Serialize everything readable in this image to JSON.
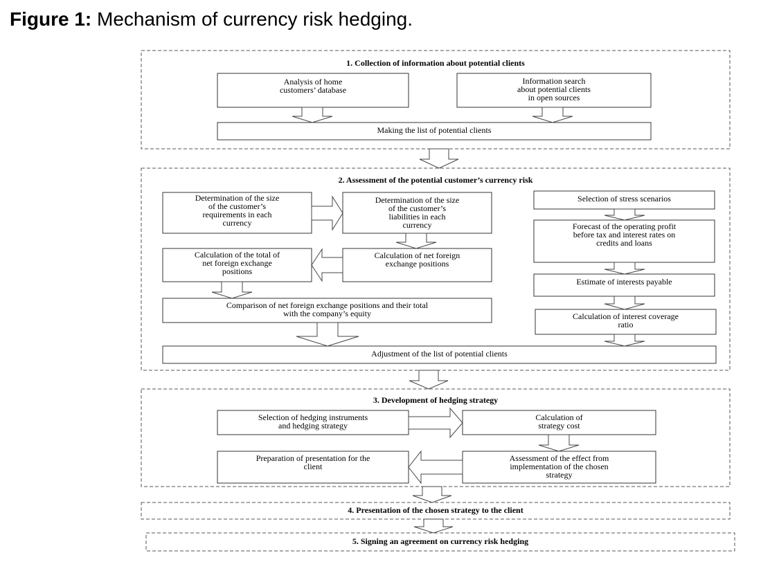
{
  "caption": {
    "label": "Figure 1:",
    "text": "Mechanism of currency risk hedging."
  },
  "sections": {
    "s1": "1. Collection of information about potential clients",
    "s2": "2. Assessment of the potential customer’s currency risk",
    "s3": "3. Development of hedging strategy",
    "s4": "4. Presentation of the chosen strategy to the client",
    "s5": "5. Signing an agreement on currency risk hedging"
  },
  "nodes": {
    "home_db": "Analysis of home\ncustomers’ database",
    "info_search": "Information search\nabout potential clients\nin open sources",
    "list_clients": "Making the list of potential clients",
    "requirements": "Determination of the size\nof the customer’s\nrequirements in each\ncurrency",
    "liabilities": "Determination of the size\nof the customer’s\nliabilities in each\ncurrency",
    "stress": "Selection of stress scenarios",
    "forecast": "Forecast of the operating profit\nbefore tax and interest rates on\ncredits and loans",
    "total_net": "Calculation of the total of\nnet foreign exchange\npositions",
    "net_positions": "Calculation of net foreign\nexchange positions",
    "interests": "Estimate of interests payable",
    "comparison": "Comparison of net foreign exchange positions and their total\nwith the company’s equity",
    "coverage": "Calculation of interest coverage\nratio",
    "adjustment": "Adjustment of the list of potential clients",
    "instruments": "Selection of hedging instruments\nand hedging strategy",
    "cost": "Calculation of\nstrategy cost",
    "presentation_prep": "Preparation of presentation for the\nclient",
    "effect": "Assessment of the effect from\nimplementation of the chosen\nstrategy"
  }
}
